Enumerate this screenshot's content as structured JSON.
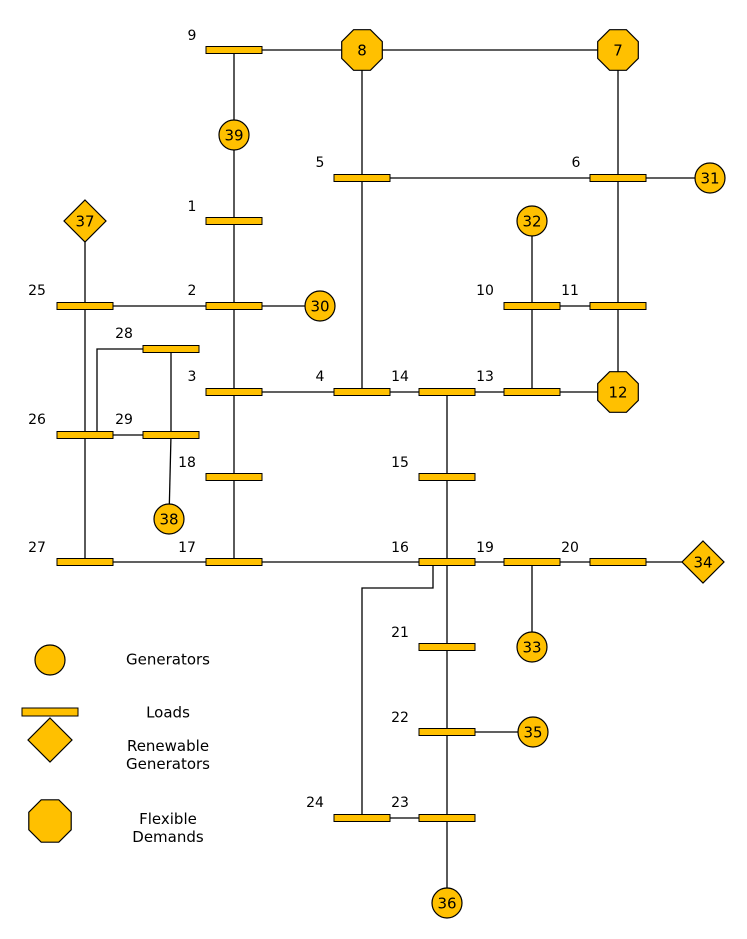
{
  "colors": {
    "fill": "#FFC000",
    "stroke": "#000000"
  },
  "buses": [
    {
      "id": "1",
      "label": "1"
    },
    {
      "id": "2",
      "label": "2"
    },
    {
      "id": "3",
      "label": "3"
    },
    {
      "id": "4",
      "label": "4"
    },
    {
      "id": "5",
      "label": "5"
    },
    {
      "id": "6",
      "label": "6"
    },
    {
      "id": "9",
      "label": "9"
    },
    {
      "id": "10",
      "label": "10"
    },
    {
      "id": "11",
      "label": "11"
    },
    {
      "id": "13",
      "label": "13"
    },
    {
      "id": "14",
      "label": "14"
    },
    {
      "id": "15",
      "label": "15"
    },
    {
      "id": "16",
      "label": "16"
    },
    {
      "id": "17",
      "label": "17"
    },
    {
      "id": "18",
      "label": "18"
    },
    {
      "id": "19",
      "label": "19"
    },
    {
      "id": "20",
      "label": "20"
    },
    {
      "id": "21",
      "label": "21"
    },
    {
      "id": "22",
      "label": "22"
    },
    {
      "id": "23",
      "label": "23"
    },
    {
      "id": "24",
      "label": "24"
    },
    {
      "id": "25",
      "label": "25"
    },
    {
      "id": "26",
      "label": "26"
    },
    {
      "id": "27",
      "label": "27"
    },
    {
      "id": "28",
      "label": "28"
    },
    {
      "id": "29",
      "label": "29"
    }
  ],
  "nodes": [
    {
      "id": "7",
      "type": "flexible-demand",
      "label": "7"
    },
    {
      "id": "8",
      "type": "flexible-demand",
      "label": "8"
    },
    {
      "id": "12",
      "type": "flexible-demand",
      "label": "12"
    },
    {
      "id": "30",
      "type": "generator",
      "label": "30"
    },
    {
      "id": "31",
      "type": "generator",
      "label": "31"
    },
    {
      "id": "32",
      "type": "generator",
      "label": "32"
    },
    {
      "id": "33",
      "type": "generator",
      "label": "33"
    },
    {
      "id": "35",
      "type": "generator",
      "label": "35"
    },
    {
      "id": "36",
      "type": "generator",
      "label": "36"
    },
    {
      "id": "38",
      "type": "generator",
      "label": "38"
    },
    {
      "id": "39",
      "type": "generator",
      "label": "39"
    },
    {
      "id": "34",
      "type": "renewable-generator",
      "label": "34"
    },
    {
      "id": "37",
      "type": "renewable-generator",
      "label": "37"
    }
  ],
  "connections": [
    [
      "9",
      "8"
    ],
    [
      "8",
      "7"
    ],
    [
      "9",
      "39"
    ],
    [
      "39",
      "1"
    ],
    [
      "1",
      "2"
    ],
    [
      "2",
      "3"
    ],
    [
      "3",
      "18"
    ],
    [
      "18",
      "17"
    ],
    [
      "8",
      "5"
    ],
    [
      "5",
      "4"
    ],
    [
      "5",
      "6"
    ],
    [
      "6",
      "31"
    ],
    [
      "7",
      "6"
    ],
    [
      "6",
      "11"
    ],
    [
      "11",
      "12"
    ],
    [
      "10",
      "11"
    ],
    [
      "32",
      "10"
    ],
    [
      "10",
      "13"
    ],
    [
      "13",
      "12"
    ],
    [
      "2",
      "25"
    ],
    [
      "2",
      "30"
    ],
    [
      "37",
      "25"
    ],
    [
      "25",
      "26"
    ],
    [
      "26",
      "27"
    ],
    [
      "28",
      "29"
    ],
    [
      "26",
      "28"
    ],
    [
      "26",
      "29"
    ],
    [
      "29",
      "38"
    ],
    [
      "3",
      "4"
    ],
    [
      "4",
      "14"
    ],
    [
      "14",
      "13"
    ],
    [
      "14",
      "15"
    ],
    [
      "15",
      "16"
    ],
    [
      "27",
      "17"
    ],
    [
      "17",
      "16"
    ],
    [
      "16",
      "19"
    ],
    [
      "19",
      "20"
    ],
    [
      "20",
      "34"
    ],
    [
      "19",
      "33"
    ],
    [
      "16",
      "21"
    ],
    [
      "21",
      "22"
    ],
    [
      "22",
      "35"
    ],
    [
      "22",
      "23"
    ],
    [
      "23",
      "36"
    ],
    [
      "24",
      "23"
    ],
    [
      "16",
      "24"
    ]
  ],
  "legend": [
    {
      "symbol": "generator",
      "label": "Generators"
    },
    {
      "symbol": "load",
      "label": "Loads"
    },
    {
      "symbol": "renewable-generator",
      "label": "Renewable Generators",
      "lines": [
        "Renewable",
        "Generators"
      ]
    },
    {
      "symbol": "flexible-demand",
      "label": "Flexible Demands",
      "lines": [
        "Flexible",
        "Demands"
      ]
    }
  ]
}
